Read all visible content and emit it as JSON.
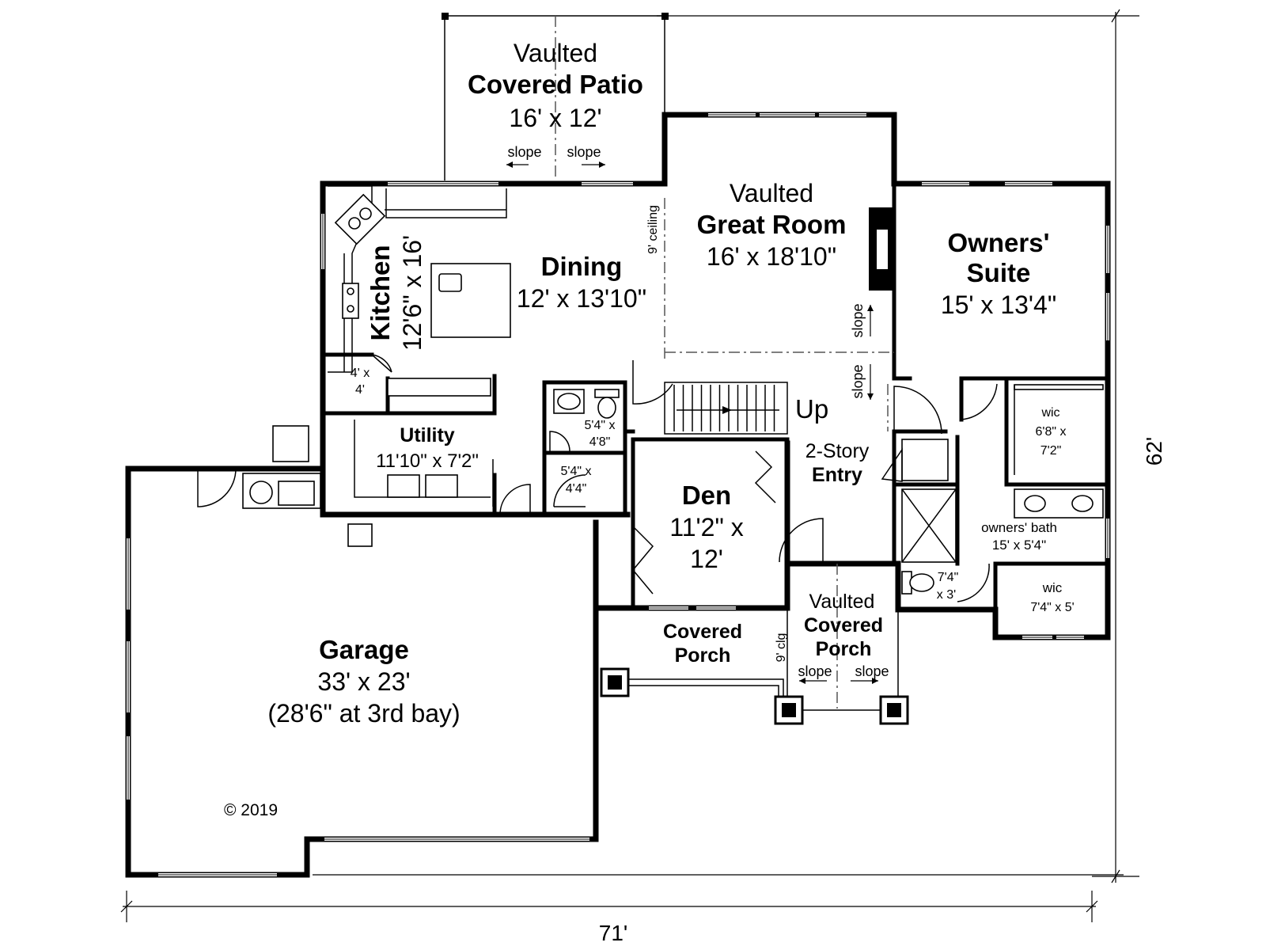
{
  "rooms": {
    "patio": {
      "l1": "Vaulted",
      "l2": "Covered Patio",
      "dims": "16' x 12'",
      "slope_left": "slope",
      "slope_right": "slope"
    },
    "great_room": {
      "l1": "Vaulted",
      "l2": "Great Room",
      "dims": "16' x 18'10\"",
      "ceiling_note": "9' ceiling",
      "slope_a": "slope",
      "slope_b": "slope"
    },
    "owners_suite": {
      "l1": "Owners'",
      "l2": "Suite",
      "dims": "15' x 13'4\""
    },
    "kitchen": {
      "name": "Kitchen",
      "dims": "12'6\" x 16'"
    },
    "dining": {
      "name": "Dining",
      "dims": "12' x 13'10\""
    },
    "pantry": {
      "d1": "4' x",
      "d2": "4'"
    },
    "utility": {
      "name": "Utility",
      "dims": "11'10\" x 7'2\""
    },
    "powder": {
      "d1": "5'4\" x",
      "d2": "4'8\""
    },
    "closet": {
      "d1": "5'4\" x",
      "d2": "4'4\""
    },
    "stairs": {
      "label": "Up"
    },
    "entry": {
      "l1": "2-Story",
      "l2": "Entry"
    },
    "den": {
      "name": "Den",
      "d1": "11'2\" x",
      "d2": "12'"
    },
    "wic1": {
      "name": "wic",
      "d1": "6'8\" x",
      "d2": "7'2\""
    },
    "owners_bath": {
      "name": "owners' bath",
      "dims": "15' x 5'4\""
    },
    "wc": {
      "d1": "7'4\"",
      "d2": "x 3'"
    },
    "wic2": {
      "name": "wic",
      "dims": "7'4\" x 5'"
    },
    "covered_porch": {
      "l1": "Covered",
      "l2": "Porch"
    },
    "vaulted_porch": {
      "l1": "Vaulted",
      "l2": "Covered",
      "l3": "Porch",
      "clg": "9' clg",
      "slope_left": "slope",
      "slope_right": "slope"
    },
    "garage": {
      "name": "Garage",
      "dims": "33' x 23'",
      "note": "(28'6\" at 3rd bay)"
    }
  },
  "copyright": "© 2019",
  "dimensions": {
    "width": "71'",
    "depth": "62'"
  }
}
